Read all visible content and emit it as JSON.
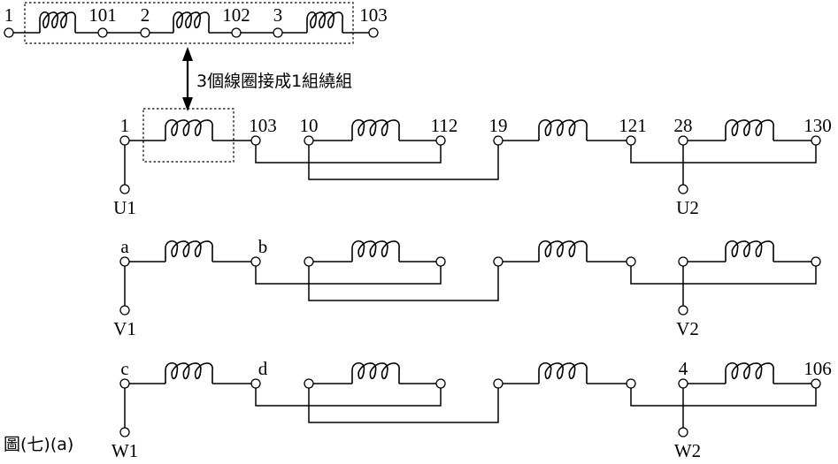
{
  "figure": {
    "caption": "圖(七)(a)",
    "annotation": "3個線圈接成1組繞組"
  },
  "top_series": {
    "description": "Three coils connected in series forming one coil group",
    "terminals": [
      "1",
      "101",
      "2",
      "102",
      "3",
      "103"
    ]
  },
  "phases": [
    {
      "name": "U",
      "start_label": "U1",
      "end_label": "U2",
      "coil_groups": [
        {
          "start": "1",
          "end": "103"
        },
        {
          "start": "10",
          "end": "112"
        },
        {
          "start": "19",
          "end": "121"
        },
        {
          "start": "28",
          "end": "130"
        }
      ]
    },
    {
      "name": "V",
      "start_label": "V1",
      "end_label": "V2",
      "coil_groups": [
        {
          "start": "a",
          "end": "b"
        },
        {
          "start": "",
          "end": ""
        },
        {
          "start": "",
          "end": ""
        },
        {
          "start": "",
          "end": ""
        }
      ]
    },
    {
      "name": "W",
      "start_label": "W1",
      "end_label": "W2",
      "coil_groups": [
        {
          "start": "c",
          "end": "d"
        },
        {
          "start": "",
          "end": ""
        },
        {
          "start": "",
          "end": ""
        },
        {
          "start": "4",
          "end": "106"
        }
      ]
    }
  ],
  "colors": {
    "line": "#000000",
    "background": "#ffffff"
  }
}
